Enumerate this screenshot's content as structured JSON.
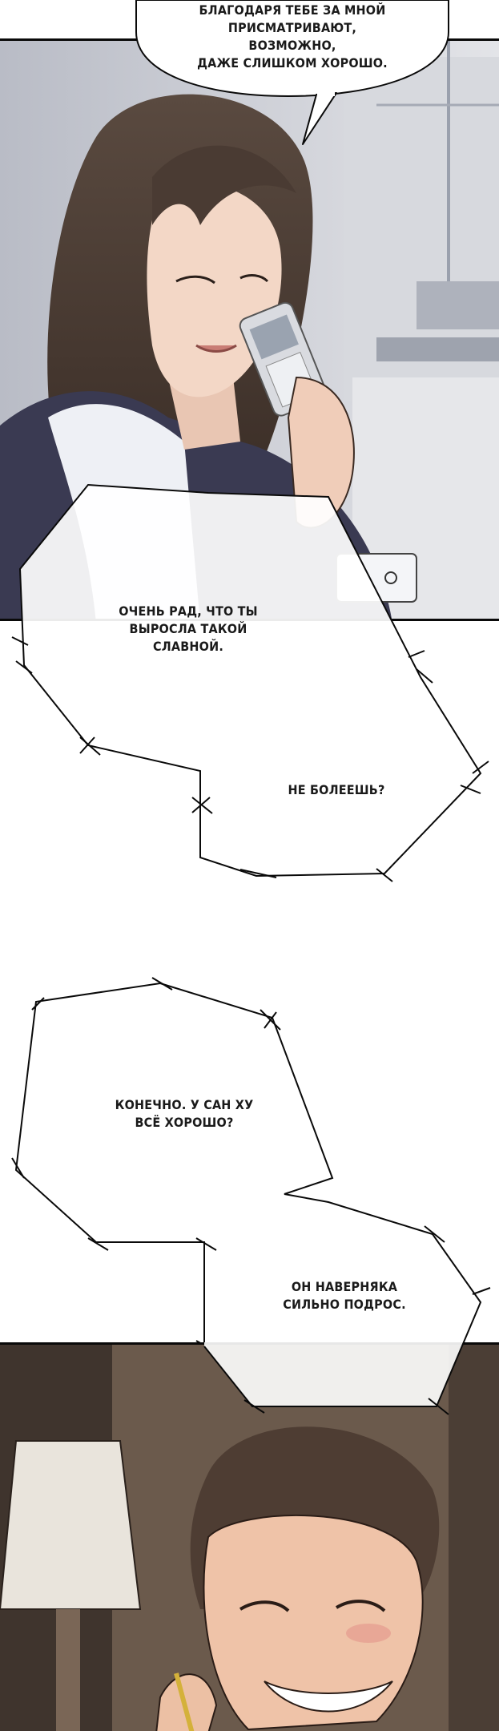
{
  "dialogue": {
    "line1": "БЛАГОДАРЯ ТЕБЕ ЗА МНОЙ\nПРИСМАТРИВАЮТ, ВОЗМОЖНО,\nДАЖЕ СЛИШКОМ ХОРОШО.",
    "line2": "ОЧЕНЬ РАД, ЧТО ТЫ\nВЫРОСЛА ТАКОЙ СЛАВНОЙ.",
    "line3": "НЕ БОЛЕЕШЬ?",
    "line4": "КОНЕЧНО. У САН ХУ\nВСЁ ХОРОШО?",
    "line5": "ОН НАВЕРНЯКА\nСИЛЬНО ПОДРОС."
  },
  "colors": {
    "panel_border": "#0a0a0a",
    "hair": "#4a3b33",
    "skin": "#f3d7c6",
    "jacket": "#3a3a52",
    "background_office": "#c9cbd2"
  }
}
